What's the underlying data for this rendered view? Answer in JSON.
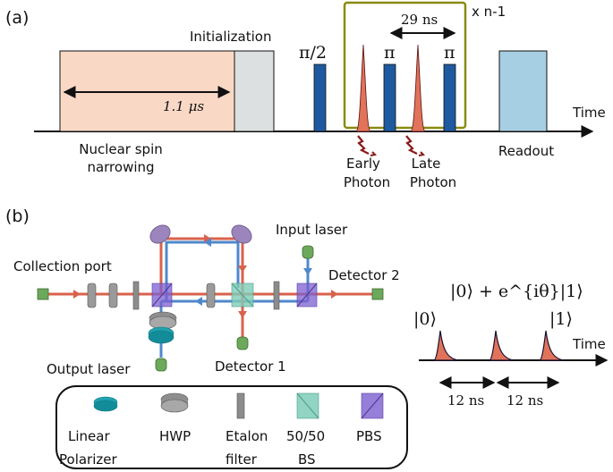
{
  "panel_a": {
    "label": "(a)",
    "initialization": "Initialization",
    "duration": "1.1 μs",
    "nuclear_line1": "Nuclear spin",
    "nuclear_line2": "narrowing",
    "pi_half": "π/2",
    "pi1": "π",
    "pi2": "π",
    "spacing": "29 ns",
    "repeat": "x n-1",
    "time_label": "Time",
    "early1": "Early",
    "early2": "Photon",
    "late1": "Late",
    "late2": "Photon",
    "readout": "Readout",
    "colors": {
      "nuclear_fill": "#f9d9c5",
      "init_fill": "#dde0e0",
      "pulse_fill": "#1f5aa0",
      "photon_fill": "#e0735a",
      "frame_color": "#8a8a10",
      "readout_fill": "#a7cfe3",
      "photon_squiggle": "#8b1a1a"
    }
  },
  "panel_b": {
    "label": "(b)",
    "collection_port": "Collection port",
    "input_laser": "Input laser",
    "detector2": "Detector 2",
    "output_laser": "Output laser",
    "detector1": "Detector 1",
    "state_superposition": "|0⟩ + e^{iθ}|1⟩",
    "state_0": "|0⟩",
    "state_1": "|1⟩",
    "time_label": "Time",
    "spacing1": "12 ns",
    "spacing2": "12 ns",
    "legend": {
      "polarizer1": "Linear",
      "polarizer2": "Polarizer",
      "hwp": "HWP",
      "etalon1": "Etalon",
      "etalon2": "filter",
      "bs1": "50/50",
      "bs2": "BS",
      "pbs": "PBS"
    },
    "colors": {
      "red_beam": "#d9624c",
      "blue_beam": "#4f88cc",
      "polarizer": "#1fa3b0",
      "hwp": "#9a9a9a",
      "etalon": "#8c8c8c",
      "bs": "#7ecdb8",
      "pbs": "#7b5fd0",
      "laser_green": "#6ca95a",
      "mirror": "#9c84bd"
    }
  }
}
